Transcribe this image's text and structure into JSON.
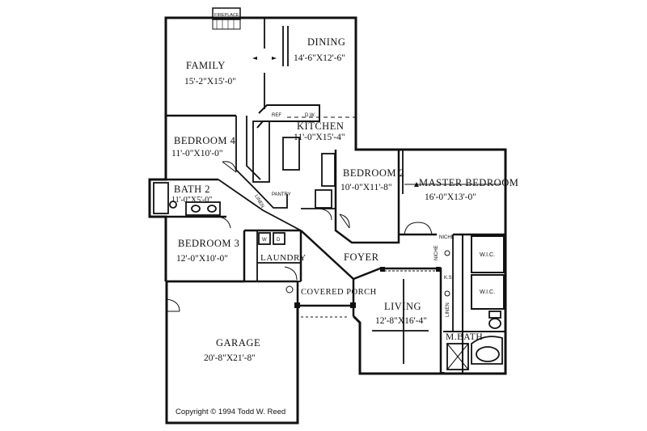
{
  "rooms": {
    "family": {
      "name": "FAMILY",
      "size": "15'-2\"X15'-0\""
    },
    "dining": {
      "name": "DINING",
      "size": "14'-6\"X12'-6\""
    },
    "kitchen": {
      "name": "KITCHEN",
      "size": "11'-0\"X15'-4\""
    },
    "bedroom4": {
      "name": "BEDROOM 4",
      "size": "11'-0\"X10'-0\""
    },
    "bedroom2": {
      "name": "BEDROOM 2",
      "size": "10'-0\"X11'-8\""
    },
    "master_bedroom": {
      "name": "MASTER BEDROOM",
      "size": "16'-0\"X13'-0\""
    },
    "bath2": {
      "name": "BATH 2",
      "size": "11'-0\"X5'-0\""
    },
    "bedroom3": {
      "name": "BEDROOM 3",
      "size": "12'-0\"X10'-0\""
    },
    "laundry": {
      "name": "LAUNDRY"
    },
    "foyer": {
      "name": "FOYER"
    },
    "covered_porch": {
      "name": "COVERED PORCH"
    },
    "living": {
      "name": "LIVING",
      "size": "12'-8\"X16'-4\""
    },
    "master_bath": {
      "name": "M.BATH"
    },
    "garage": {
      "name": "GARAGE",
      "size": "20'-8\"X21'-8\""
    }
  },
  "fixtures": {
    "fireplace": "FIREPLACE",
    "pantry": "PANTRY",
    "linen_kitchen": "LINEN",
    "linen_master": "LINEN",
    "wic_upper": "W.I.C.",
    "wic_lower": "W.I.C.",
    "niche_top": "NICHE",
    "niche_side": "NICHE",
    "ks": "K.S.",
    "refrigerator": "REF",
    "washer": "W",
    "dryer": "D",
    "dishwasher": "D.W."
  },
  "copyright": "Copyright © 1994 Todd W. Reed"
}
